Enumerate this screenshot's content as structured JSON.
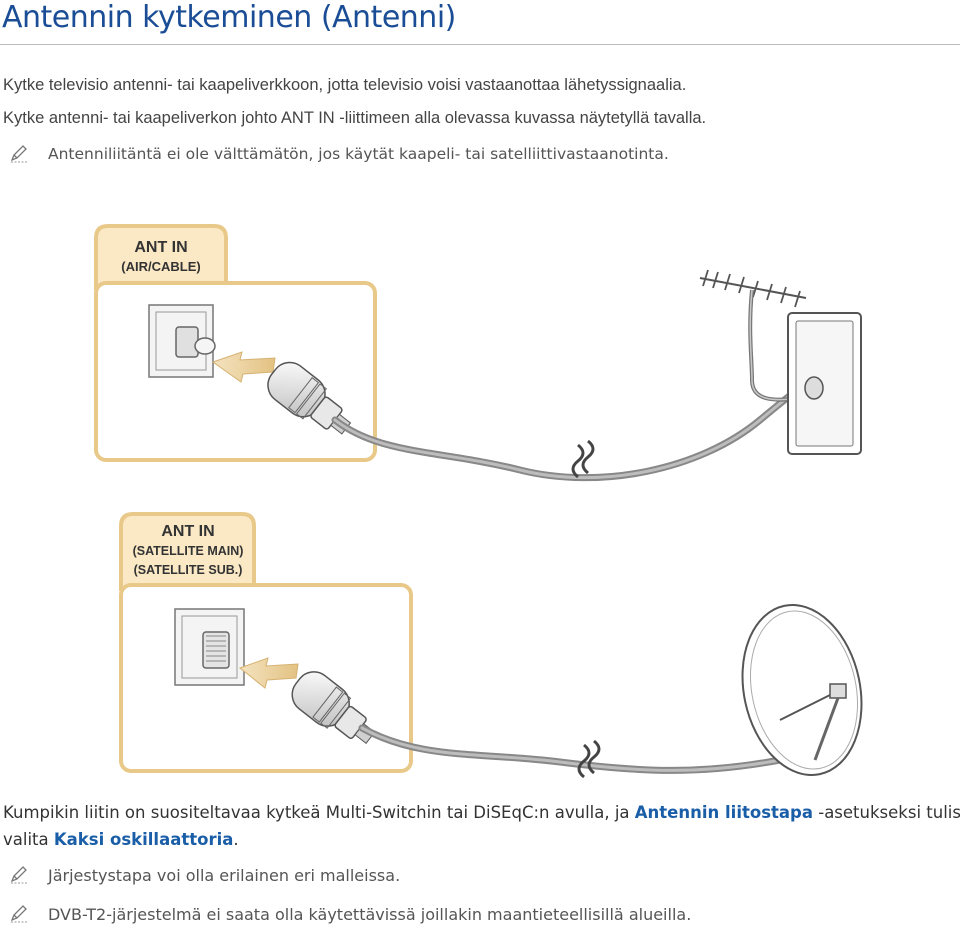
{
  "title": "Antennin kytkeminen (Antenni)",
  "intro": [
    "Kytke televisio antenni- tai kaapeliverkkoon, jotta televisio voisi vastaanottaa lähetyssignaalia.",
    "Kytke antenni- tai kaapeliverkon johto ANT IN -liittimeen alla olevassa kuvassa näytetyllä tavalla."
  ],
  "note1": "Antenniliitäntä ei ole välttämätön, jos käytät kaapeli- tai satelliittivastaanotinta.",
  "diagram": {
    "port1_line1": "ANT IN",
    "port1_line2": "(AIR/CABLE)",
    "port2_line1": "ANT IN",
    "port2_line2": "(SATELLITE MAIN)",
    "port2_line3": "(SATELLITE SUB.)",
    "accent_color": "#e9c98a",
    "tab_fill": "#fbe9c6"
  },
  "recommend": {
    "part1": "Kumpikin liitin on suositeltavaa kytkeä Multi-Switchin tai DiSEqC:n avulla, ja ",
    "link1": "Antennin liitostapa",
    "part2": " -asetukseksi tulisi",
    "part3": "valita ",
    "link2": "Kaksi oskillaattoria",
    "part4": "."
  },
  "note2": "Järjestystapa voi olla erilainen eri malleissa.",
  "note3": "DVB-T2-järjestelmä ei saata olla käytettävissä joillakin maantieteellisillä alueilla."
}
